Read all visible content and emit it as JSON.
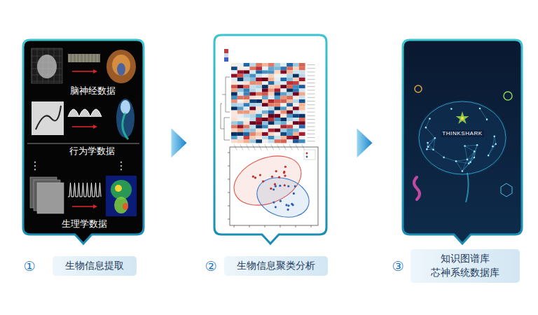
{
  "diagram": {
    "nodes": [
      {
        "text": [
          "脑神经数据",
          "行为学数据",
          "生理学数据"
        ]
      },
      {
        "text": []
      },
      {
        "text": [
          "THINKSHARK"
        ]
      },
      {
        "text": [
          "生物信息提取"
        ]
      },
      {
        "text": [
          "生物信息聚类分析"
        ]
      },
      {
        "text": [
          "知识图谱库 芯神系统数据库"
        ]
      }
    ],
    "edges": [
      {
        "from": 0,
        "to": 1,
        "arrow": "to"
      },
      {
        "from": 1,
        "to": 2,
        "arrow": "to"
      }
    ],
    "labels": [
      "⋮",
      "⋮",
      "①",
      "②",
      "③"
    ]
  }
}
